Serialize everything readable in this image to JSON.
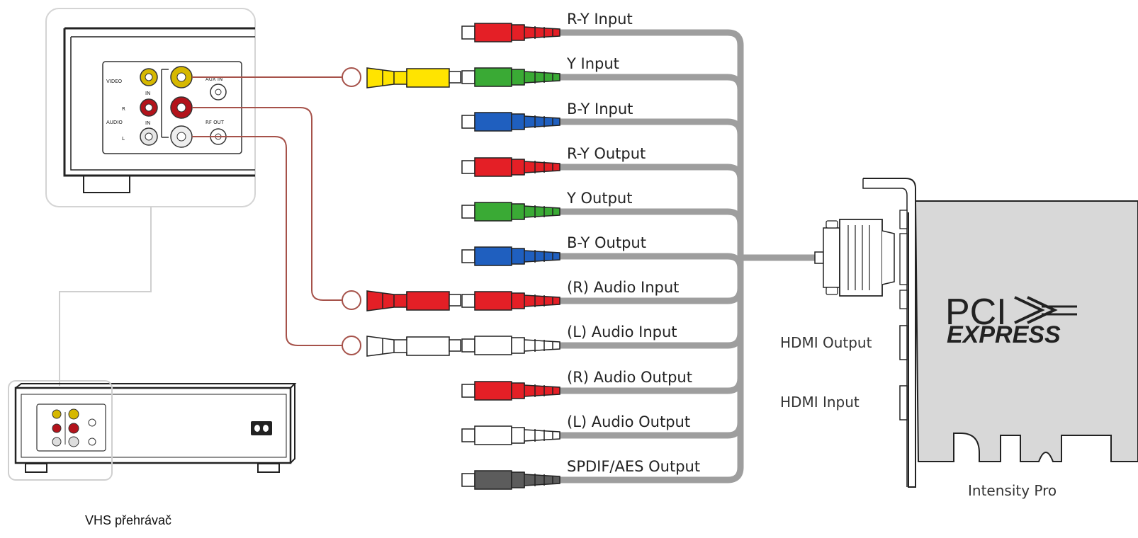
{
  "connector_labels": [
    "R-Y Input",
    "Y Input",
    "B-Y Input",
    "R-Y Output",
    "Y Output",
    "B-Y Output",
    "(R) Audio Input",
    "(L) Audio Input",
    "(R) Audio Output",
    "(L) Audio Output",
    "SPDIF/AES Output"
  ],
  "connector_colors": [
    "#e41f26",
    "#3aaa35",
    "#1f5fbf",
    "#e41f26",
    "#3aaa35",
    "#1f5fbf",
    "#e41f26",
    "#ffffff",
    "#e41f26",
    "#ffffff",
    "#5c5c5c"
  ],
  "vcr_panel": {
    "video": "VIDEO",
    "in_1": "IN",
    "r": "R",
    "audio": "AUDIO",
    "in_2": "IN",
    "l": "L",
    "aux_in": "AUX IN",
    "rf_out": "RF OUT"
  },
  "vcr_caption": "VHS přehrávač",
  "card": {
    "hdmi_output": "HDMI Output",
    "hdmi_input": "HDMI Input",
    "logo_top": "PCI",
    "logo_bottom": "EXPRESS",
    "name": "Intensity Pro"
  }
}
